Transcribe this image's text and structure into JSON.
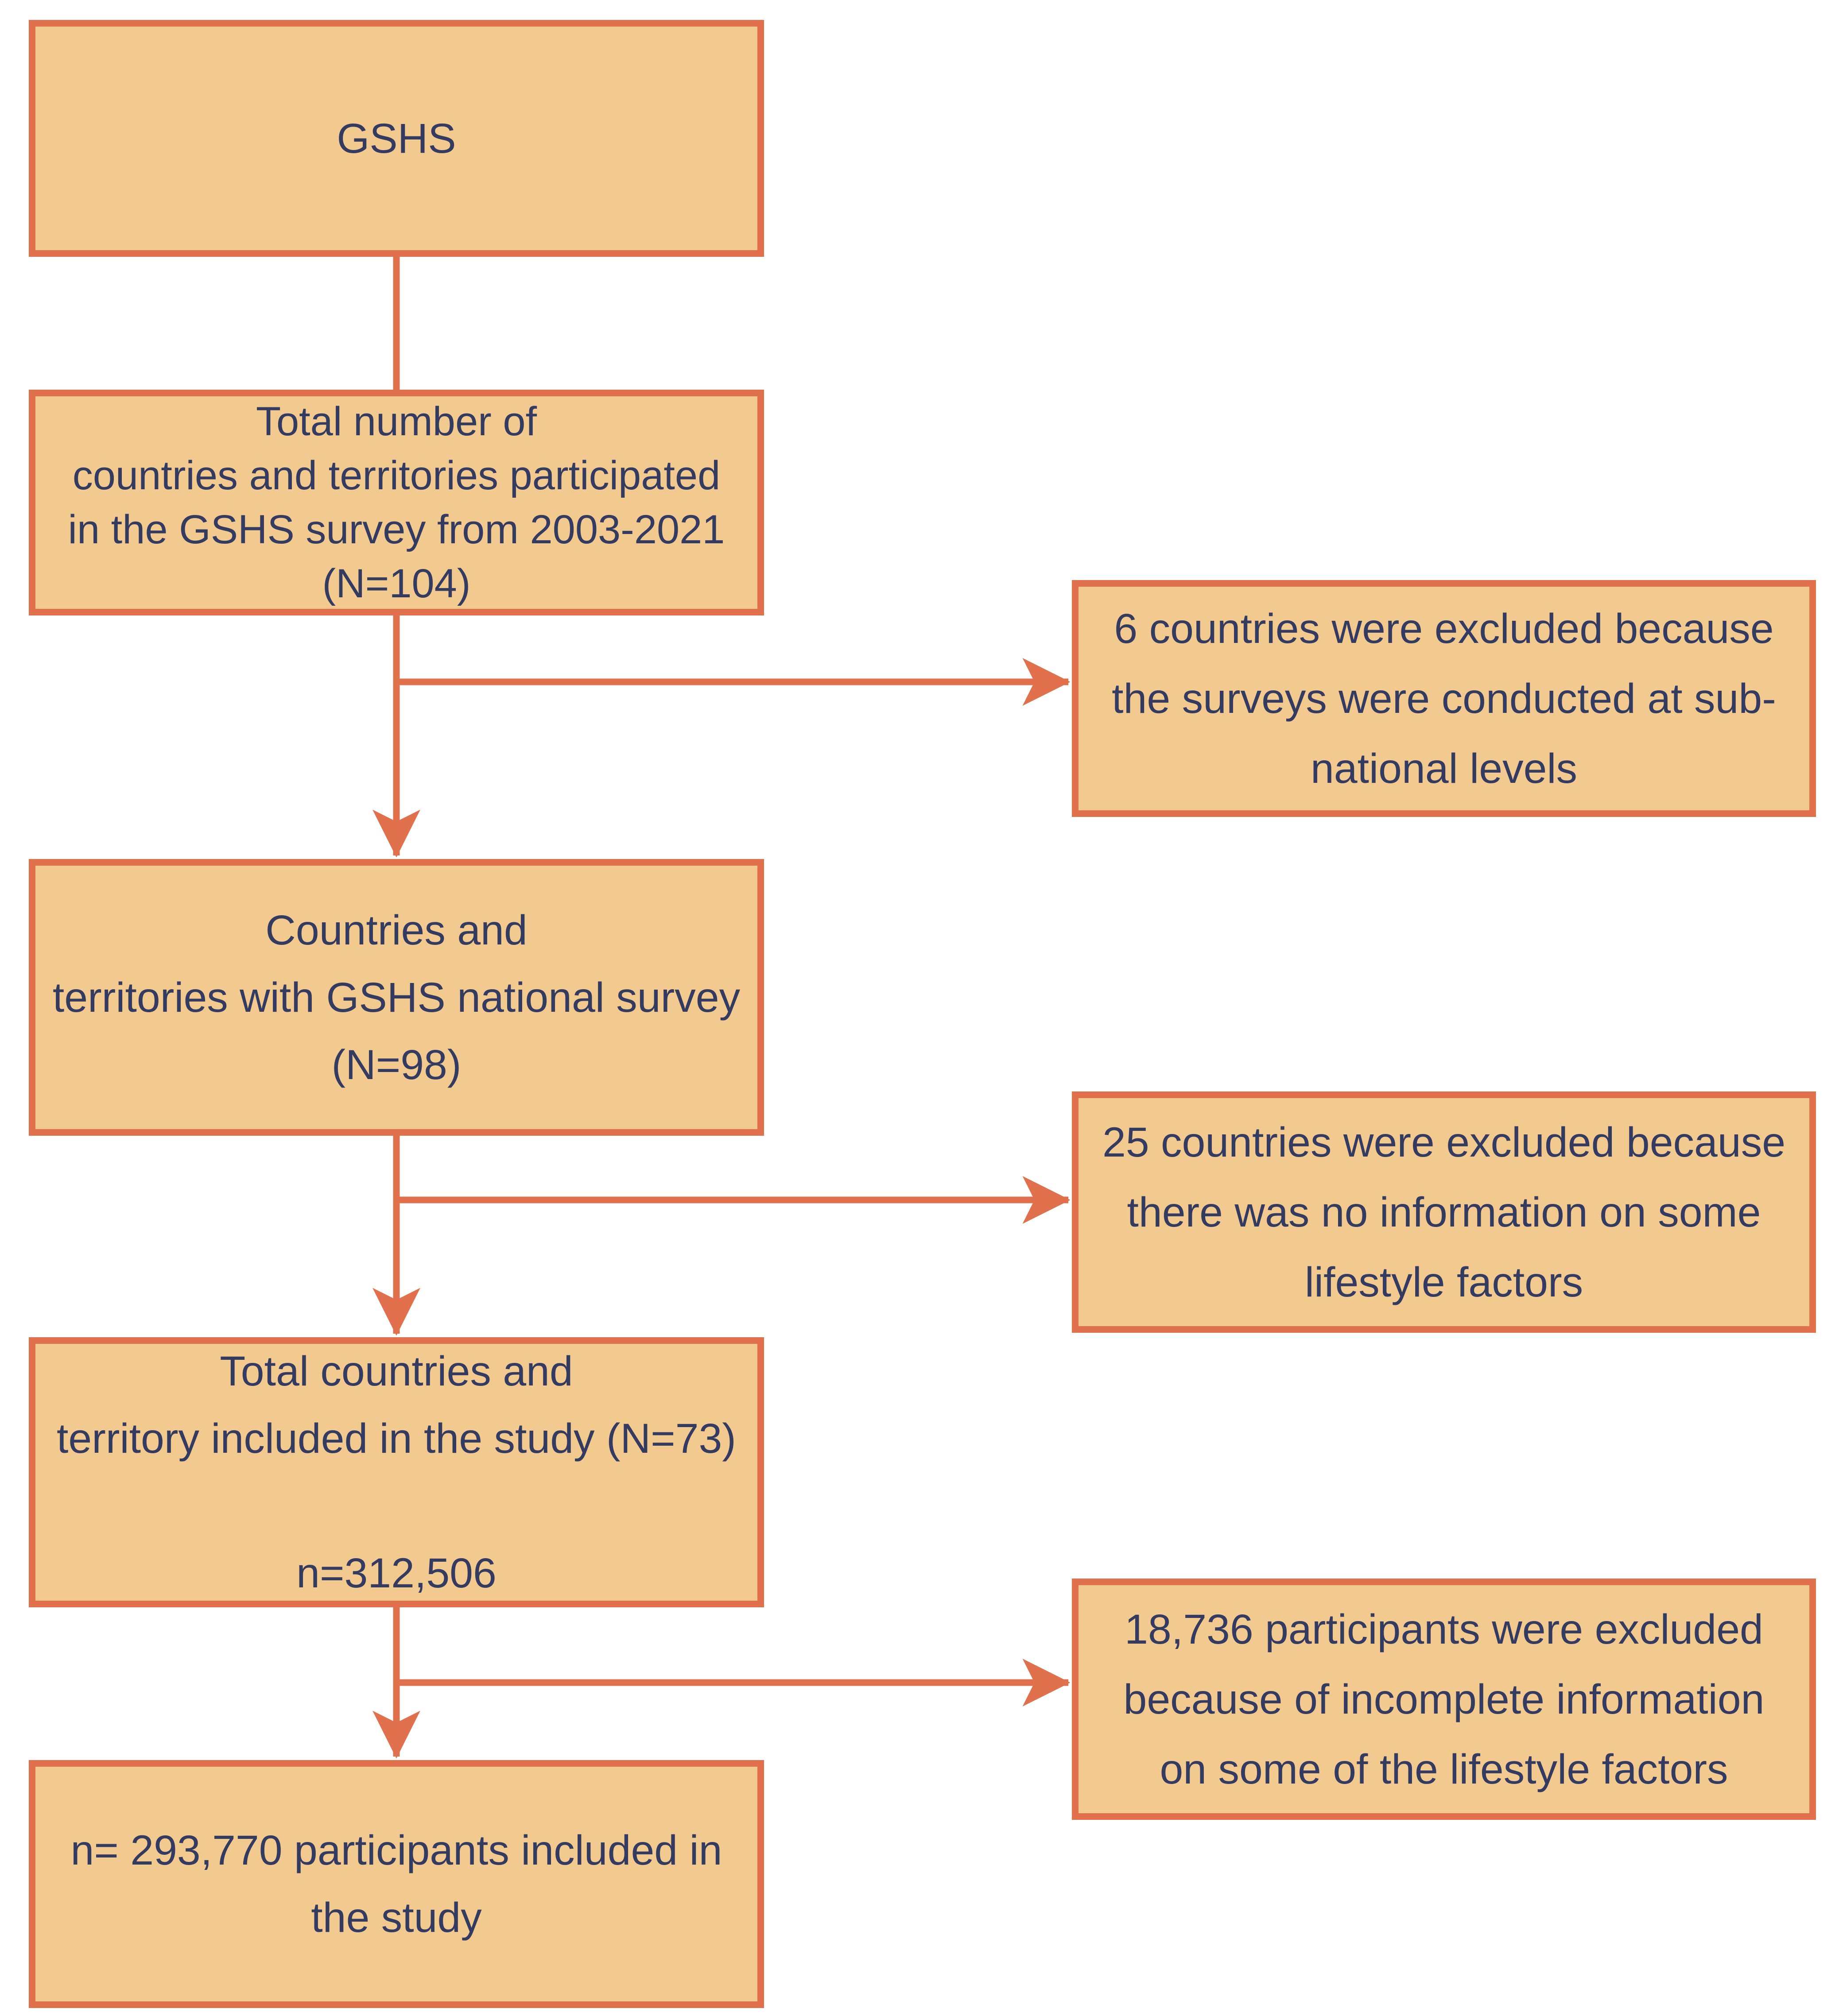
{
  "colors": {
    "background": "#FFFFFF",
    "box_fill": "#F2CA8F",
    "box_border": "#E0714C",
    "arrow": "#E0714C",
    "text": "#343B60"
  },
  "flow": {
    "box1": {
      "lines": [
        "GSHS"
      ]
    },
    "box2": {
      "lines": [
        "Total number of",
        "countries and territories participated",
        "in the GSHS survey from 2003-2021",
        "(N=104)"
      ]
    },
    "box3": {
      "lines": [
        "Countries and",
        "territories with GSHS national survey",
        "(N=98)"
      ]
    },
    "box4": {
      "lines": [
        "Total countries and",
        "territory included in the study (N=73)",
        "",
        "n=312,506"
      ]
    },
    "box5": {
      "lines": [
        "n= 293,770 participants included in",
        "the study"
      ]
    },
    "exclusion1": {
      "lines": [
        "6 countries were excluded because",
        "the surveys were conducted at sub-",
        "national levels"
      ]
    },
    "exclusion2": {
      "lines": [
        "25 countries were excluded because",
        "there was no information on some",
        "lifestyle factors"
      ]
    },
    "exclusion3": {
      "lines": [
        "18,736 participants were excluded",
        "because of incomplete information",
        "on some of the lifestyle factors"
      ]
    }
  }
}
